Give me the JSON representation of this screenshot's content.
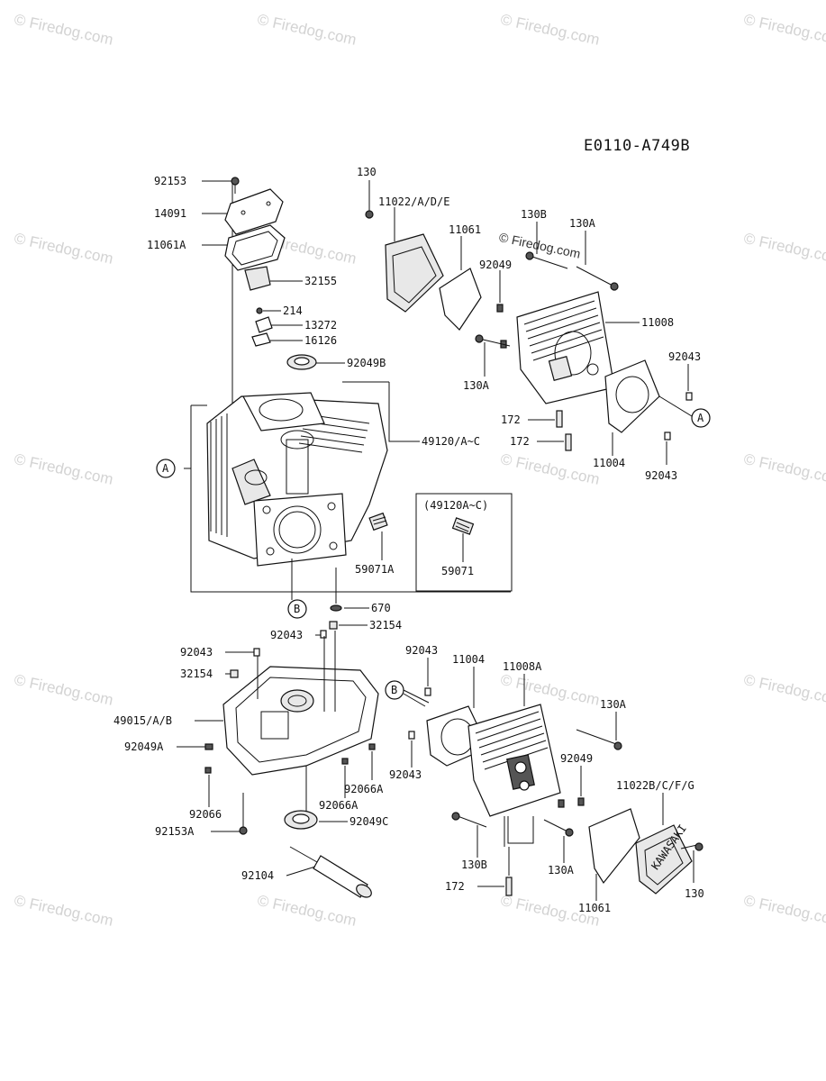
{
  "diagram": {
    "code": "E0110-A749B",
    "copyright": "© Firedog.com",
    "watermark": "© Firedog.com",
    "refs": {
      "A": "A",
      "B": "B"
    },
    "inset_title": "(49120A~C)",
    "labels": {
      "p92153": "92153",
      "p14091": "14091",
      "p11061A": "11061A",
      "p32155": "32155",
      "p214": "214",
      "p13272": "13272",
      "p16126": "16126",
      "p92049B": "92049B",
      "p49120": "49120/A~C",
      "p59071A": "59071A",
      "p59071": "59071",
      "p670": "670",
      "p130_top": "130",
      "p11022": "11022/A/D/E",
      "p11061_top": "11061",
      "p130B_top": "130B",
      "p130A_top": "130A",
      "p92049_top": "92049",
      "p11008": "11008",
      "p92043_r1": "92043",
      "p130A_mid": "130A",
      "p172_a": "172",
      "p172_b": "172",
      "p11004_top": "11004",
      "p92043_r2": "92043",
      "p92043_c": "92043",
      "p32154_c": "32154",
      "p92043_l": "92043",
      "p32154_l": "32154",
      "p49015": "49015/A/B",
      "p92049A": "92049A",
      "p92066": "92066",
      "p92153A": "92153A",
      "p92066A_a": "92066A",
      "p92066A_b": "92066A",
      "p92049C": "92049C",
      "p92104": "92104",
      "p92043_b1": "92043",
      "p11004_b": "11004",
      "p11008A": "11008A",
      "p130A_b1": "130A",
      "p92043_b2": "92043",
      "p92049_b": "92049",
      "p11022B": "11022B/C/F/G",
      "p130B_b": "130B",
      "p130A_b2": "130A",
      "p172_c": "172",
      "p11061_b": "11061",
      "p130_b": "130"
    }
  }
}
